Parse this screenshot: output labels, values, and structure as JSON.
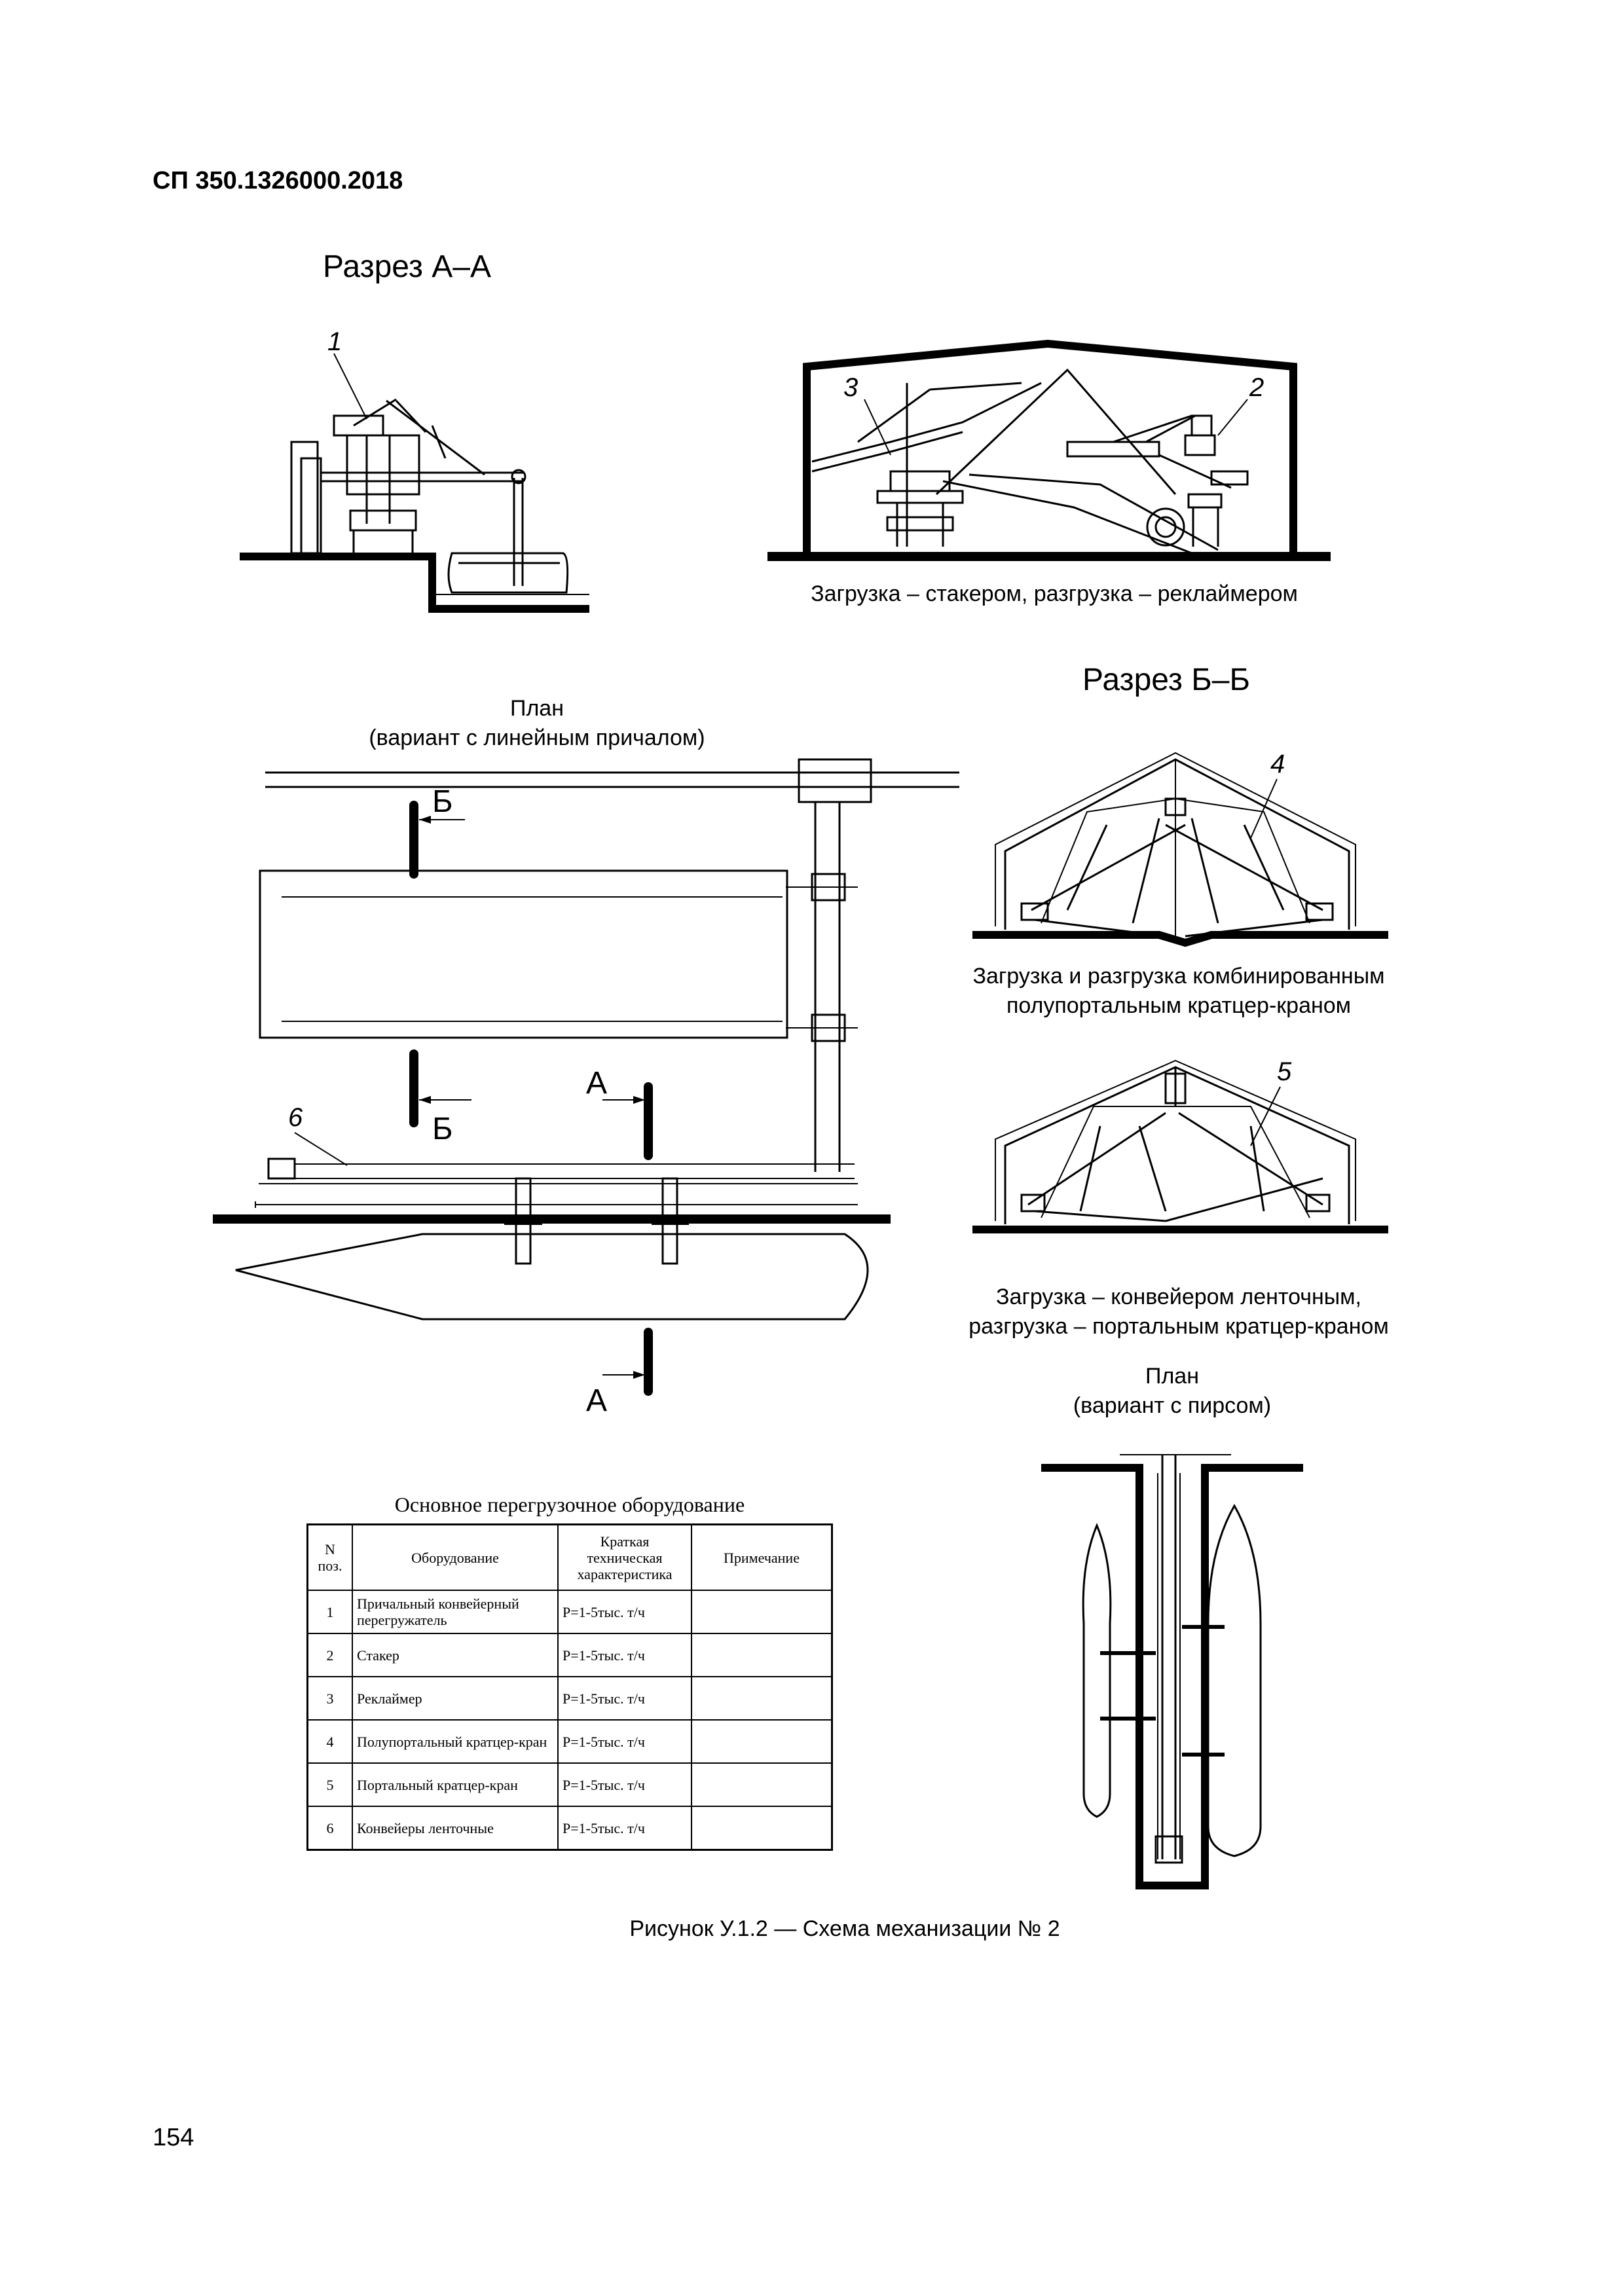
{
  "header": {
    "doc_code": "СП 350.1326000.2018"
  },
  "sections": {
    "a_a": "Разрез  А–А",
    "b_b": "Разрез  Б–Б"
  },
  "plan_linear": {
    "title": "План",
    "subtitle": "(вариант с линейным причалом)"
  },
  "plan_pier": {
    "title": "План",
    "subtitle": "(вариант с пирсом)"
  },
  "captions": {
    "stacker": "Загрузка – стакером, разгрузка – реклаймером",
    "combined_1": "Загрузка и разгрузка комбинированным",
    "combined_2": "полупортальным кратцер-краном",
    "conveyor_1": "Загрузка – конвейером ленточным,",
    "conveyor_2": "разгрузка – портальным кратцер-краном"
  },
  "labels": {
    "n1": "1",
    "n2": "2",
    "n3": "3",
    "n4": "4",
    "n5": "5",
    "n6": "6",
    "a": "А",
    "b": "Б"
  },
  "table": {
    "title": "Основное перегрузочное оборудование",
    "headers": {
      "num": "N поз.",
      "equipment": "Оборудование",
      "spec": "Краткая техническая характеристика",
      "note": "Примечание"
    },
    "rows": [
      {
        "num": "1",
        "equipment": "Причальный конвейерный перегружатель",
        "spec": "P=1-5тыс. т/ч",
        "note": ""
      },
      {
        "num": "2",
        "equipment": "Стакер",
        "spec": "P=1-5тыс. т/ч",
        "note": ""
      },
      {
        "num": "3",
        "equipment": "Реклаймер",
        "spec": "P=1-5тыс. т/ч",
        "note": ""
      },
      {
        "num": "4",
        "equipment": "Полупортальный кратцер-кран",
        "spec": "P=1-5тыс. т/ч",
        "note": ""
      },
      {
        "num": "5",
        "equipment": "Портальный кратцер-кран",
        "spec": "P=1-5тыс. т/ч",
        "note": ""
      },
      {
        "num": "6",
        "equipment": "Конвейеры ленточные",
        "spec": "P=1-5тыс. т/ч",
        "note": ""
      }
    ]
  },
  "figure_caption": "Рисунок У.1.2  — Схема механизации № 2",
  "page_number": "154"
}
